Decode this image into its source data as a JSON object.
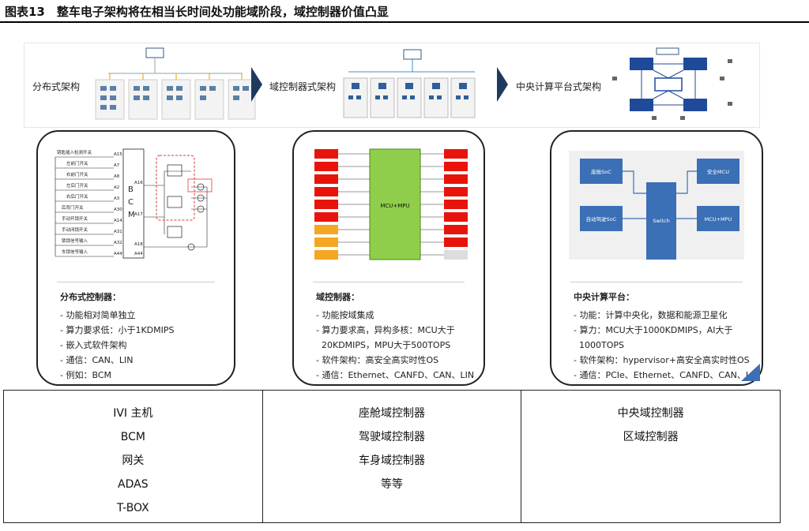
{
  "title": "图表13　整车电子架构将在相当长时间处功能域阶段，域控制器价值凸显",
  "arch": {
    "distributed": "分布式架构",
    "domain": "域控制器式架构",
    "central": "中央计算平台式架构"
  },
  "card1": {
    "heading": "分布式控制器：",
    "lines": [
      "- 功能相对简单独立",
      "- 算力要求低：小于1KDMIPS",
      "- 嵌入式软件架构",
      "- 通信：CAN、LIN",
      "- 例如：BCM"
    ],
    "fig": {
      "switches": [
        "钥匙插入检测开关",
        "左前门开关",
        "右前门开关",
        "左后门开关",
        "右后门开关",
        "后背门开关",
        "手动开锁开关",
        "手动闭锁开关",
        "锁锁信号输入",
        "车锁信号输入"
      ],
      "pins_left": [
        "A15",
        "A7",
        "A8",
        "A2",
        "A3",
        "A30",
        "A14",
        "A31",
        "A32",
        "A44"
      ],
      "pins_right": [
        "A16",
        "A17",
        "A18",
        "A44"
      ],
      "bcm": [
        "B",
        "C",
        "M"
      ]
    }
  },
  "card2": {
    "heading": "域控制器：",
    "lines": [
      "- 功能按域集成",
      "- 算力要求高，异构多核：MCU大于",
      "  20KDMIPS，MPU大于500TOPS",
      "- 软件架构：高安全高实时性OS",
      "- 通信：Ethernet、CANFD、CAN、LIN"
    ],
    "fig": {
      "core": "MCU+MPU"
    }
  },
  "card3": {
    "heading": "中央计算平台：",
    "lines": [
      "- 功能：计算中央化，数据和能源卫星化",
      "- 算力：MCU大于1000KDMIPS，AI大于",
      "  1000TOPS",
      "- 软件架构：hypervisor+高安全高实时性OS",
      "- 通信：PCIe、Ethernet、CANFD、CAN、LIN"
    ],
    "fig": {
      "cockpit": "座舱SoC",
      "adas": "自动驾驶SoC",
      "switch": "Switch",
      "safety": "安全MCU",
      "mcu": "MCU+MPU"
    }
  },
  "table": {
    "col1": [
      "IVI 主机",
      "BCM",
      "网关",
      "ADAS",
      "T-BOX"
    ],
    "col2": [
      "座舱域控制器",
      "驾驶域控制器",
      "车身域控制器",
      "等等"
    ],
    "col3": [
      "中央域控制器",
      "区域控制器"
    ]
  },
  "colors": {
    "navy": "#1f3a5f",
    "red": "#e8140b",
    "orange": "#f5a623",
    "green": "#8fce4a",
    "blue": "#3b6fb6"
  }
}
